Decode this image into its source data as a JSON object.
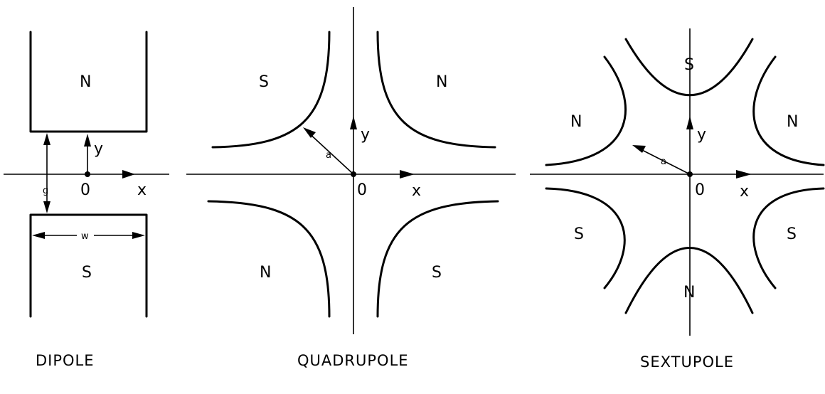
{
  "dipole": {
    "title": "DIPOLE",
    "pole_top": "N",
    "pole_bottom": "S",
    "axis_x": "x",
    "axis_y": "y",
    "origin": "0",
    "gap_label": "g",
    "width_label": "w"
  },
  "quadrupole": {
    "title": "QUADRUPOLE",
    "pole_top_left": "S",
    "pole_top_right": "N",
    "pole_bottom_left": "N",
    "pole_bottom_right": "S",
    "axis_x": "x",
    "axis_y": "y",
    "origin": "0",
    "radius_label": "a"
  },
  "sextupole": {
    "title": "SEXTUPOLE",
    "pole_top": "S",
    "pole_upper_left": "N",
    "pole_upper_right": "N",
    "pole_lower_left": "S",
    "pole_lower_right": "S",
    "pole_bottom": "N",
    "axis_x": "x",
    "axis_y": "y",
    "origin": "0",
    "radius_label": "a"
  }
}
